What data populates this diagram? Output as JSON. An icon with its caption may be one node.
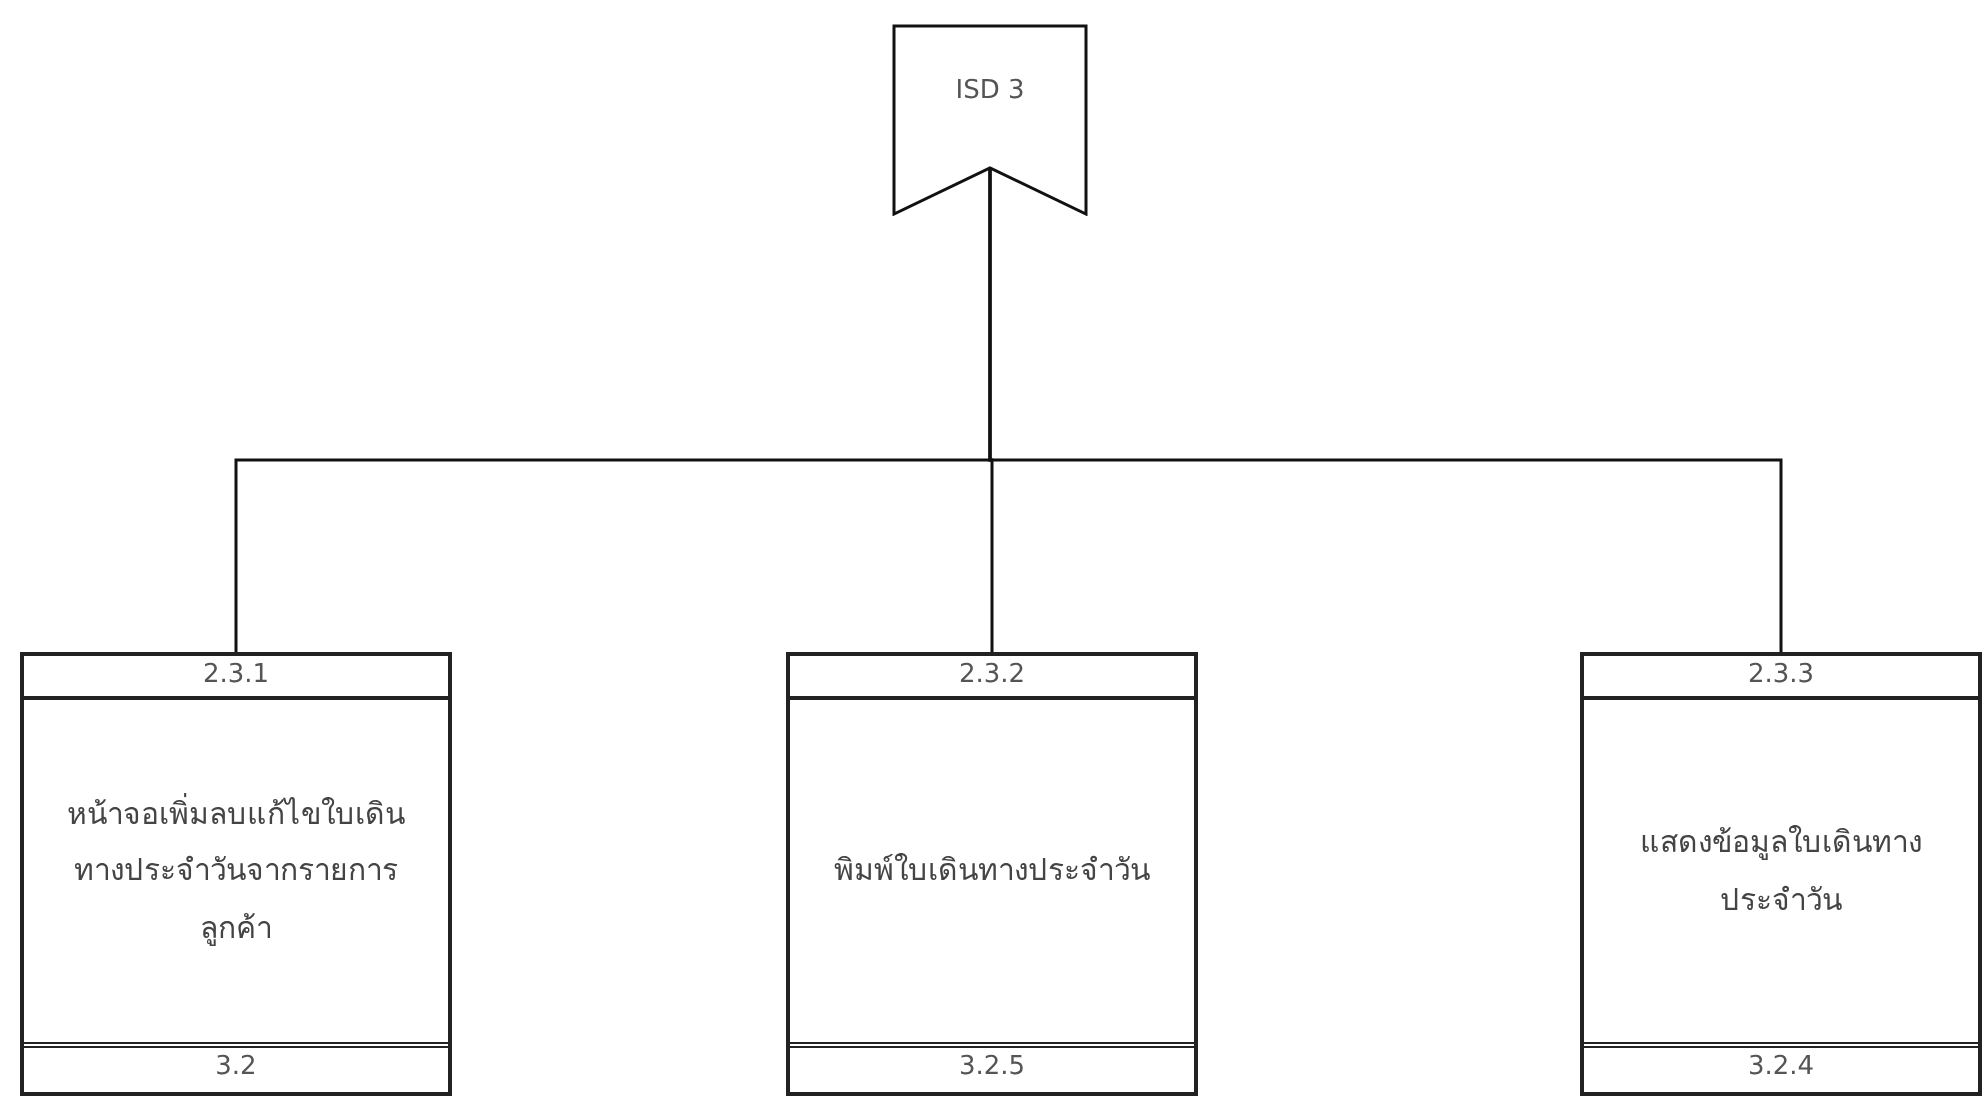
{
  "diagram": {
    "nodes": [
      {
        "text": [
          "ISD 3"
        ]
      },
      {
        "text": [
          "2.3.1",
          "หน้าจอเพิ่มลบแก้ไขใบเดินทางประจำวันจากรายการลูกค้า",
          "3.2"
        ]
      },
      {
        "text": [
          "2.3.2",
          "พิมพ์ใบเดินทางประจำวัน",
          "3.2.5"
        ]
      },
      {
        "text": [
          "2.3.3",
          "แสดงข้อมูลใบเดินทางประจำวัน",
          "3.2.4"
        ]
      }
    ],
    "edges": [
      {
        "from": 0,
        "to": 1,
        "arrow": "none"
      },
      {
        "from": 0,
        "to": 2,
        "arrow": "none"
      },
      {
        "from": 0,
        "to": 3,
        "arrow": "none"
      }
    ]
  }
}
